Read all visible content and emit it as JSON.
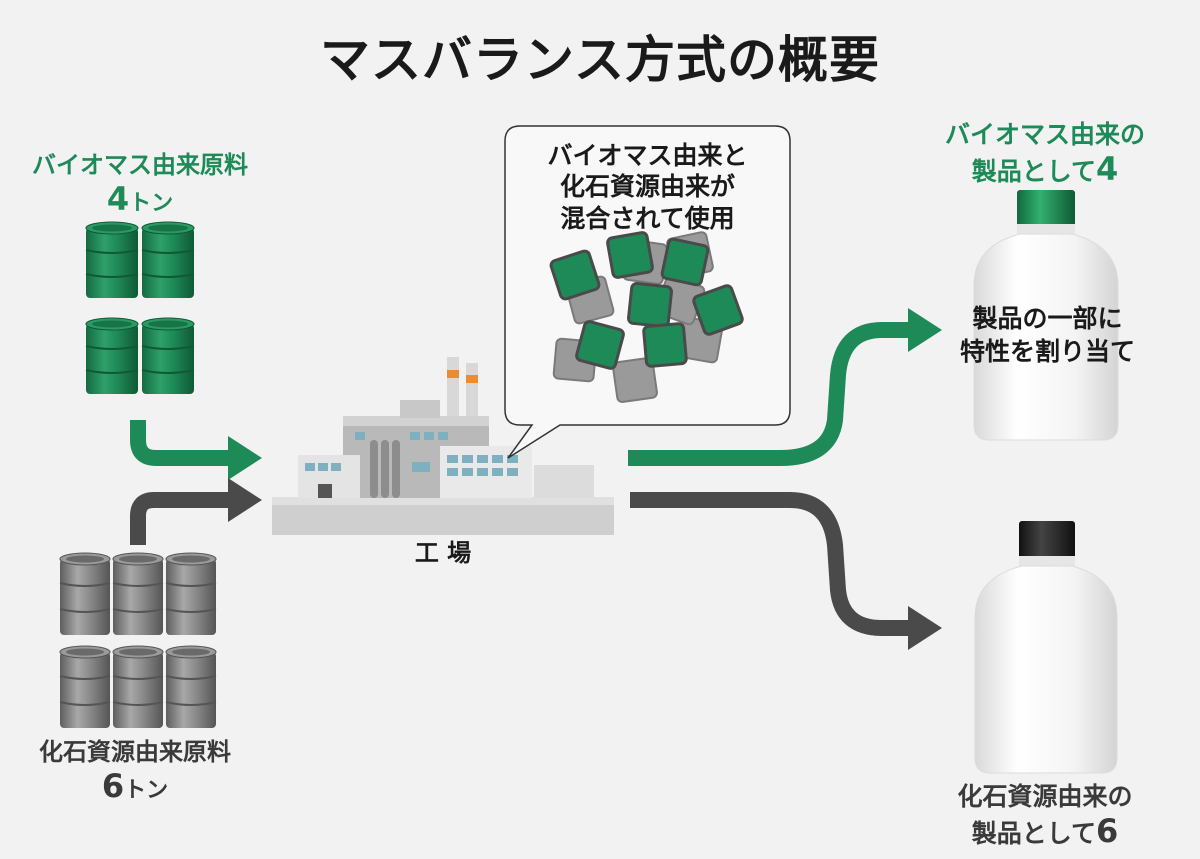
{
  "title": "マスバランス方式の概要",
  "bio_input": {
    "label": "バイオマス由来原料",
    "amount": "4",
    "unit": "トン"
  },
  "fossil_input": {
    "label": "化石資源由来原料",
    "amount": "6",
    "unit": "トン"
  },
  "factory": {
    "label": "工 場"
  },
  "bubble": {
    "line1": "バイオマス由来と",
    "line2": "化石資源由来が",
    "line3": "混合されて使用"
  },
  "bio_output": {
    "line1": "バイオマス由来の",
    "line2_prefix": "製品として",
    "amount": "4"
  },
  "fossil_output": {
    "line1": "化石資源由来の",
    "line2_prefix": "製品として",
    "amount": "6"
  },
  "bio_bottle_note": {
    "line1": "製品の一部に",
    "line2": "特性を割り当て"
  },
  "colors": {
    "green": "#1e8a57",
    "dark_gray": "#4a4a4a",
    "gray_barrel": "#8a8a8a",
    "background": "#f2f2f2"
  },
  "icons": [
    "green-barrel-icon",
    "gray-barrel-icon",
    "factory-icon",
    "bottle-icon",
    "arrow-icon"
  ]
}
